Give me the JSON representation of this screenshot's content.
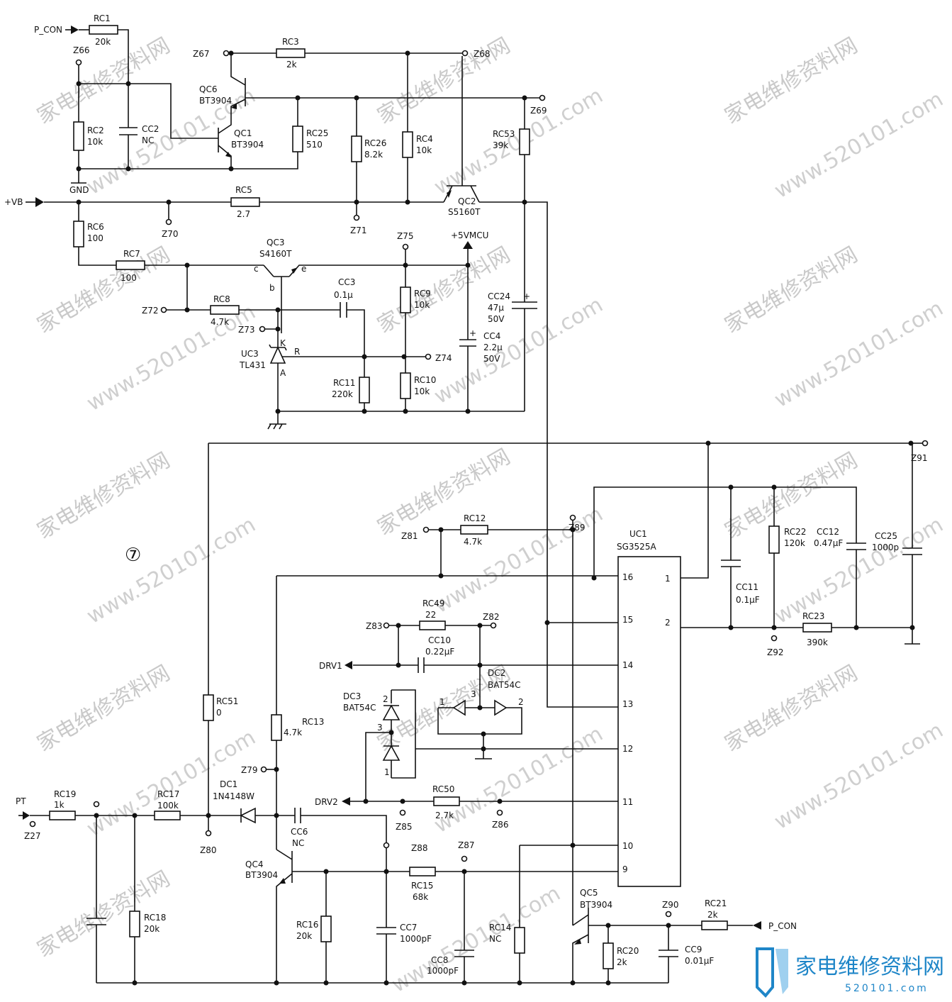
{
  "figure_number": "⑦",
  "watermark": {
    "cn": "家电维修资料网",
    "url": "www.520101.com"
  },
  "logo": {
    "text": "家电维修资料网",
    "sub": "520101.com"
  },
  "nets": {
    "p_con_top": "P_CON",
    "p_con_bottom": "P_CON",
    "vb": "+VB",
    "gnd": "GND",
    "vmcu": "+5VMCU",
    "pt": "PT",
    "drv1": "DRV1",
    "drv2": "DRV2"
  },
  "test_points": {
    "z66": "Z66",
    "z67": "Z67",
    "z68": "Z68",
    "z69": "Z69",
    "z70": "Z70",
    "z71": "Z71",
    "z72": "Z72",
    "z73": "Z73",
    "z74": "Z74",
    "z75": "Z75",
    "z27": "Z27",
    "z79": "Z79",
    "z80": "Z80",
    "z81": "Z81",
    "z82": "Z82",
    "z83": "Z83",
    "z85": "Z85",
    "z86": "Z86",
    "z87": "Z87",
    "z88": "Z88",
    "z89": "Z89",
    "z90": "Z90",
    "z91": "Z91",
    "z92": "Z92"
  },
  "components": {
    "rc1": {
      "ref": "RC1",
      "val": "20k"
    },
    "rc2": {
      "ref": "RC2",
      "val": "10k"
    },
    "cc2": {
      "ref": "CC2",
      "val": "NC"
    },
    "qc6": {
      "ref": "QC6",
      "val": "BT3904"
    },
    "qc1": {
      "ref": "QC1",
      "val": "BT3904"
    },
    "rc3": {
      "ref": "RC3",
      "val": "2k"
    },
    "rc25": {
      "ref": "RC25",
      "val": "510"
    },
    "rc26": {
      "ref": "RC26",
      "val": "8.2k"
    },
    "rc4": {
      "ref": "RC4",
      "val": "10k"
    },
    "rc53": {
      "ref": "RC53",
      "val": "39k"
    },
    "qc2": {
      "ref": "QC2",
      "val": "S5160T"
    },
    "rc5": {
      "ref": "RC5",
      "val": "2.7"
    },
    "rc6": {
      "ref": "RC6",
      "val": "100"
    },
    "rc7": {
      "ref": "RC7",
      "val": "100"
    },
    "qc3": {
      "ref": "QC3",
      "val": "S4160T",
      "pin_c": "c",
      "pin_e": "e",
      "pin_b": "b"
    },
    "rc8": {
      "ref": "RC8",
      "val": "4.7k"
    },
    "cc3": {
      "ref": "CC3",
      "val": "0.1μ"
    },
    "rc9": {
      "ref": "RC9",
      "val": "10k"
    },
    "cc24": {
      "ref": "CC24",
      "val": "47μ",
      "volt": "50V"
    },
    "cc4": {
      "ref": "CC4",
      "val": "2.2μ",
      "volt": "50V"
    },
    "uc3": {
      "ref": "UC3",
      "val": "TL431",
      "pin_k": "K",
      "pin_a": "A",
      "pin_r": "R"
    },
    "rc11": {
      "ref": "RC11",
      "val": "220k"
    },
    "rc10": {
      "ref": "RC10",
      "val": "10k"
    },
    "rc12": {
      "ref": "RC12",
      "val": "4.7k"
    },
    "uc1": {
      "ref": "UC1",
      "val": "SG3525A",
      "pins": [
        "16",
        "15",
        "14",
        "13",
        "12",
        "11",
        "10",
        "9",
        "1",
        "2"
      ]
    },
    "cc11": {
      "ref": "CC11",
      "val": "0.1μF"
    },
    "rc22": {
      "ref": "RC22",
      "val": "120k"
    },
    "cc12": {
      "ref": "CC12",
      "val": "0.47μF"
    },
    "cc25": {
      "ref": "CC25",
      "val": "1000p"
    },
    "rc23": {
      "ref": "RC23",
      "val": "390k"
    },
    "rc49": {
      "ref": "RC49",
      "val": "22"
    },
    "cc10": {
      "ref": "CC10",
      "val": "0.22μF"
    },
    "dc2": {
      "ref": "DC2",
      "val": "BAT54C",
      "pins": [
        "1",
        "3",
        "2"
      ]
    },
    "dc3": {
      "ref": "DC3",
      "val": "BAT54C",
      "pins": [
        "2",
        "3",
        "1"
      ]
    },
    "rc51": {
      "ref": "RC51",
      "val": "0"
    },
    "rc13": {
      "ref": "RC13",
      "val": "4.7k"
    },
    "rc19": {
      "ref": "RC19",
      "val": "1k"
    },
    "rc17": {
      "ref": "RC17",
      "val": "100k"
    },
    "dc1": {
      "ref": "DC1",
      "val": "1N4148W"
    },
    "cc6": {
      "ref": "CC6",
      "val": "NC"
    },
    "rc50": {
      "ref": "RC50",
      "val": "2.7k"
    },
    "qc4": {
      "ref": "QC4",
      "val": "BT3904"
    },
    "rc15": {
      "ref": "RC15",
      "val": "68k"
    },
    "rc18": {
      "ref": "RC18",
      "val": "20k"
    },
    "rc16": {
      "ref": "RC16",
      "val": "20k"
    },
    "cc7": {
      "ref": "CC7",
      "val": "1000pF"
    },
    "cc8": {
      "ref": "CC8",
      "val": "1000pF"
    },
    "rc14": {
      "ref": "RC14",
      "val": "NC"
    },
    "qc5": {
      "ref": "QC5",
      "val": "BT3904"
    },
    "rc20": {
      "ref": "RC20",
      "val": "2k"
    },
    "cc9": {
      "ref": "CC9",
      "val": "0.01μF"
    },
    "rc21": {
      "ref": "RC21",
      "val": "2k"
    }
  }
}
